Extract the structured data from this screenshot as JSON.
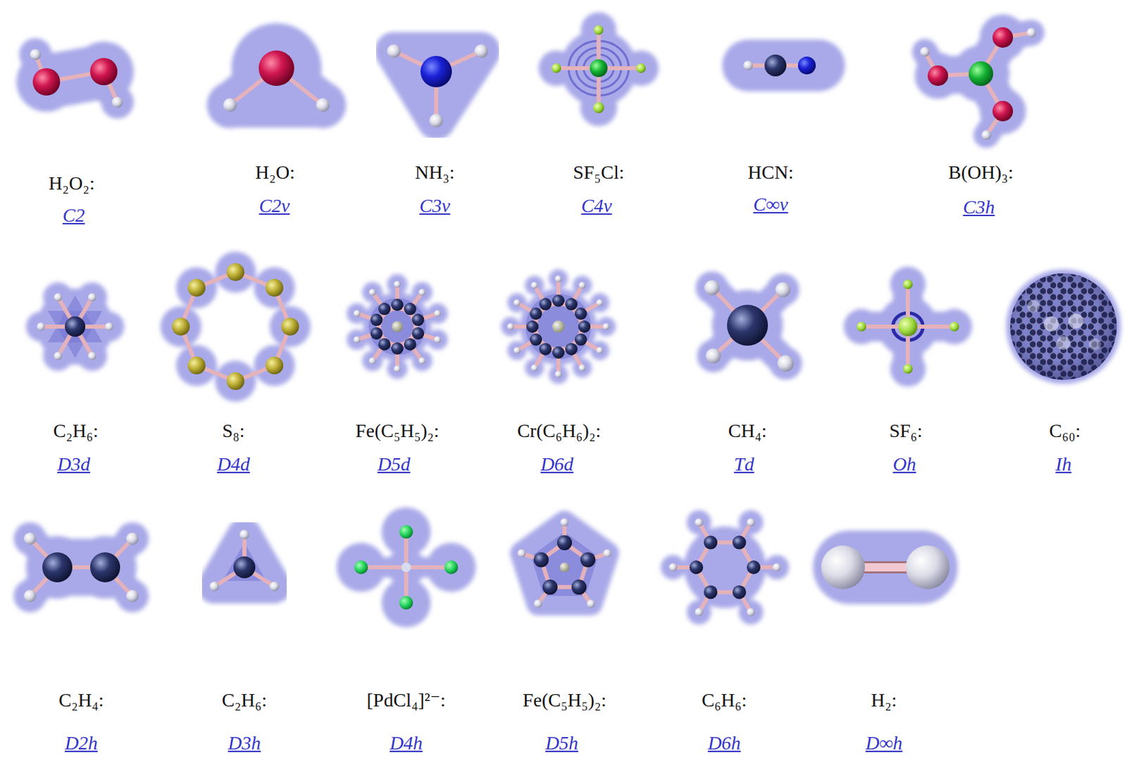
{
  "diagram": {
    "labels": [
      "H₂O₂:",
      "C2",
      "H₂O:",
      "C2v",
      "NH₃:",
      "C3v",
      "SF₅Cl:",
      "C4v",
      "HCN:",
      "C∞v",
      "B(OH)₃:",
      "C3h",
      "C₂H₆:",
      "D3d",
      "S₈:",
      "D4d",
      "Fe(C₅H₅)₂:",
      "D5d",
      "Cr(C₆H₆)₂:",
      "D6d",
      "CH₄:",
      "Td",
      "SF₆:",
      "Oh",
      "C₆₀:",
      "Ih",
      "C₂H₄:",
      "D2h",
      "C₂H₆:",
      "D3h",
      "[PdCl₄]²⁻:",
      "D4h",
      "Fe(C₅H₅)₂:",
      "D5h",
      "C₆H₆:",
      "D6h",
      "H₂:",
      "D∞h"
    ]
  }
}
